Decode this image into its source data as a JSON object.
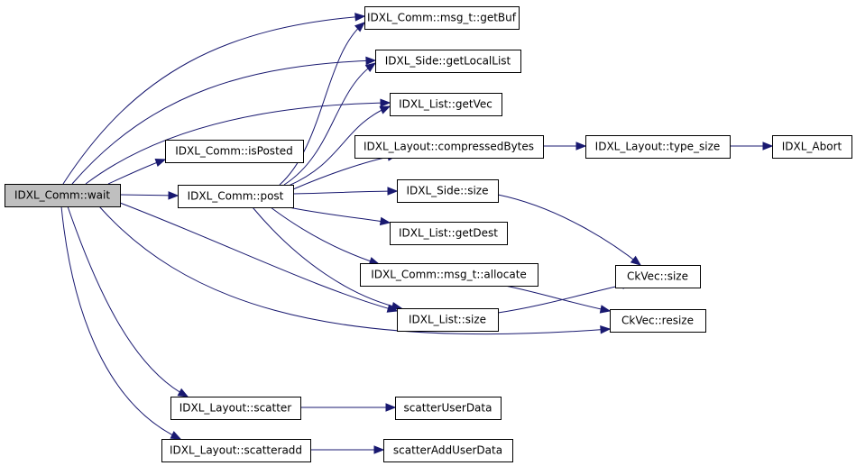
{
  "diagram": {
    "edge_color": "#191970",
    "root_fill": "#bfbfbf",
    "nodes": [
      {
        "id": "wait",
        "label": "IDXL_Comm::wait",
        "root": true
      },
      {
        "id": "getBuf",
        "label": "IDXL_Comm::msg_t::getBuf"
      },
      {
        "id": "getLocalList",
        "label": "IDXL_Side::getLocalList"
      },
      {
        "id": "getVec",
        "label": "IDXL_List::getVec"
      },
      {
        "id": "isPosted",
        "label": "IDXL_Comm::isPosted"
      },
      {
        "id": "compressedBytes",
        "label": "IDXL_Layout::compressedBytes"
      },
      {
        "id": "type_size",
        "label": "IDXL_Layout::type_size"
      },
      {
        "id": "abort",
        "label": "IDXL_Abort"
      },
      {
        "id": "post",
        "label": "IDXL_Comm::post"
      },
      {
        "id": "sideSize",
        "label": "IDXL_Side::size"
      },
      {
        "id": "getDest",
        "label": "IDXL_List::getDest"
      },
      {
        "id": "allocate",
        "label": "IDXL_Comm::msg_t::allocate"
      },
      {
        "id": "ckSize",
        "label": "CkVec::size"
      },
      {
        "id": "listSize",
        "label": "IDXL_List::size"
      },
      {
        "id": "ckResize",
        "label": "CkVec::resize"
      },
      {
        "id": "scatter",
        "label": "IDXL_Layout::scatter"
      },
      {
        "id": "scatterUser",
        "label": "scatterUserData"
      },
      {
        "id": "scatteradd",
        "label": "IDXL_Layout::scatteradd"
      },
      {
        "id": "scatterAddUser",
        "label": "scatterAddUserData"
      }
    ],
    "edges": [
      [
        "wait",
        "getBuf"
      ],
      [
        "wait",
        "getLocalList"
      ],
      [
        "wait",
        "getVec"
      ],
      [
        "wait",
        "isPosted"
      ],
      [
        "wait",
        "post"
      ],
      [
        "wait",
        "listSize"
      ],
      [
        "wait",
        "ckResize"
      ],
      [
        "wait",
        "scatter"
      ],
      [
        "wait",
        "scatteradd"
      ],
      [
        "post",
        "getBuf"
      ],
      [
        "post",
        "getLocalList"
      ],
      [
        "post",
        "getVec"
      ],
      [
        "post",
        "compressedBytes"
      ],
      [
        "post",
        "sideSize"
      ],
      [
        "post",
        "getDest"
      ],
      [
        "post",
        "allocate"
      ],
      [
        "post",
        "listSize"
      ],
      [
        "compressedBytes",
        "type_size"
      ],
      [
        "type_size",
        "abort"
      ],
      [
        "sideSize",
        "ckSize"
      ],
      [
        "listSize",
        "ckSize"
      ],
      [
        "allocate",
        "ckResize"
      ],
      [
        "scatter",
        "scatterUser"
      ],
      [
        "scatteradd",
        "scatterAddUser"
      ]
    ]
  }
}
